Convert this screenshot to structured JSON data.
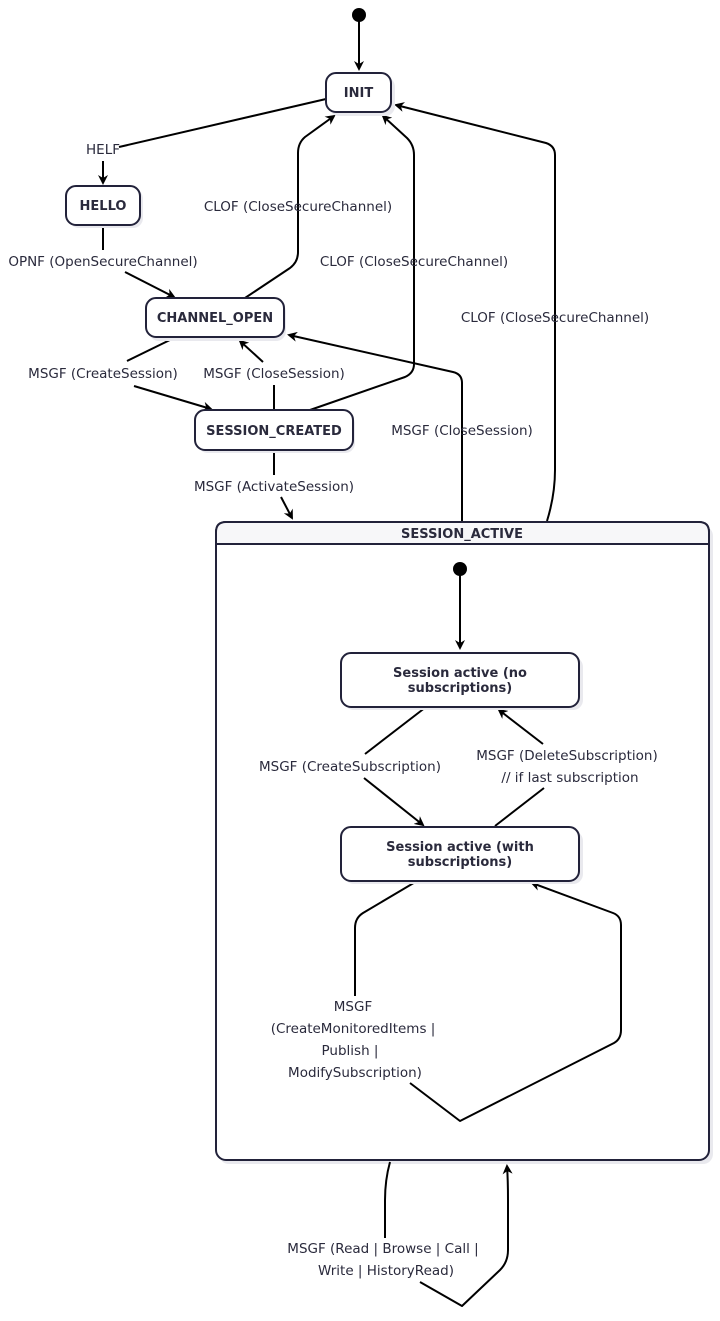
{
  "diagram": {
    "type": "state-machine",
    "initial_state": "INIT",
    "states": {
      "init": "INIT",
      "hello": "HELLO",
      "channel_open": "CHANNEL_OPEN",
      "session_created": "SESSION_CREATED",
      "session_active": "SESSION_ACTIVE",
      "sub_no_subs_line1": "Session active (no",
      "sub_no_subs_line2": "subscriptions)",
      "sub_with_subs_line1": "Session active (with",
      "sub_with_subs_line2": "subscriptions)"
    },
    "transitions": {
      "helf": "HELF",
      "opnf": "OPNF (OpenSecureChannel)",
      "clof_channel_open": "CLOF (CloseSecureChannel)",
      "clof_session_created": "CLOF (CloseSecureChannel)",
      "clof_session_active": "CLOF (CloseSecureChannel)",
      "create_session": "MSGF (CreateSession)",
      "close_session_created": "MSGF (CloseSession)",
      "close_session_active": "MSGF (CloseSession)",
      "activate_session": "MSGF (ActivateSession)",
      "create_subscription": "MSGF (CreateSubscription)",
      "delete_subscription_line1": "MSGF (DeleteSubscription)",
      "delete_subscription_line2": "// if last subscription",
      "monitored_line1": "MSGF",
      "monitored_line2": "(CreateMonitoredItems |",
      "monitored_line3": "Publish |",
      "monitored_line4": "ModifySubscription)",
      "services_line1": "MSGF (Read | Browse | Call |",
      "services_line2": "Write | HistoryRead)"
    }
  }
}
